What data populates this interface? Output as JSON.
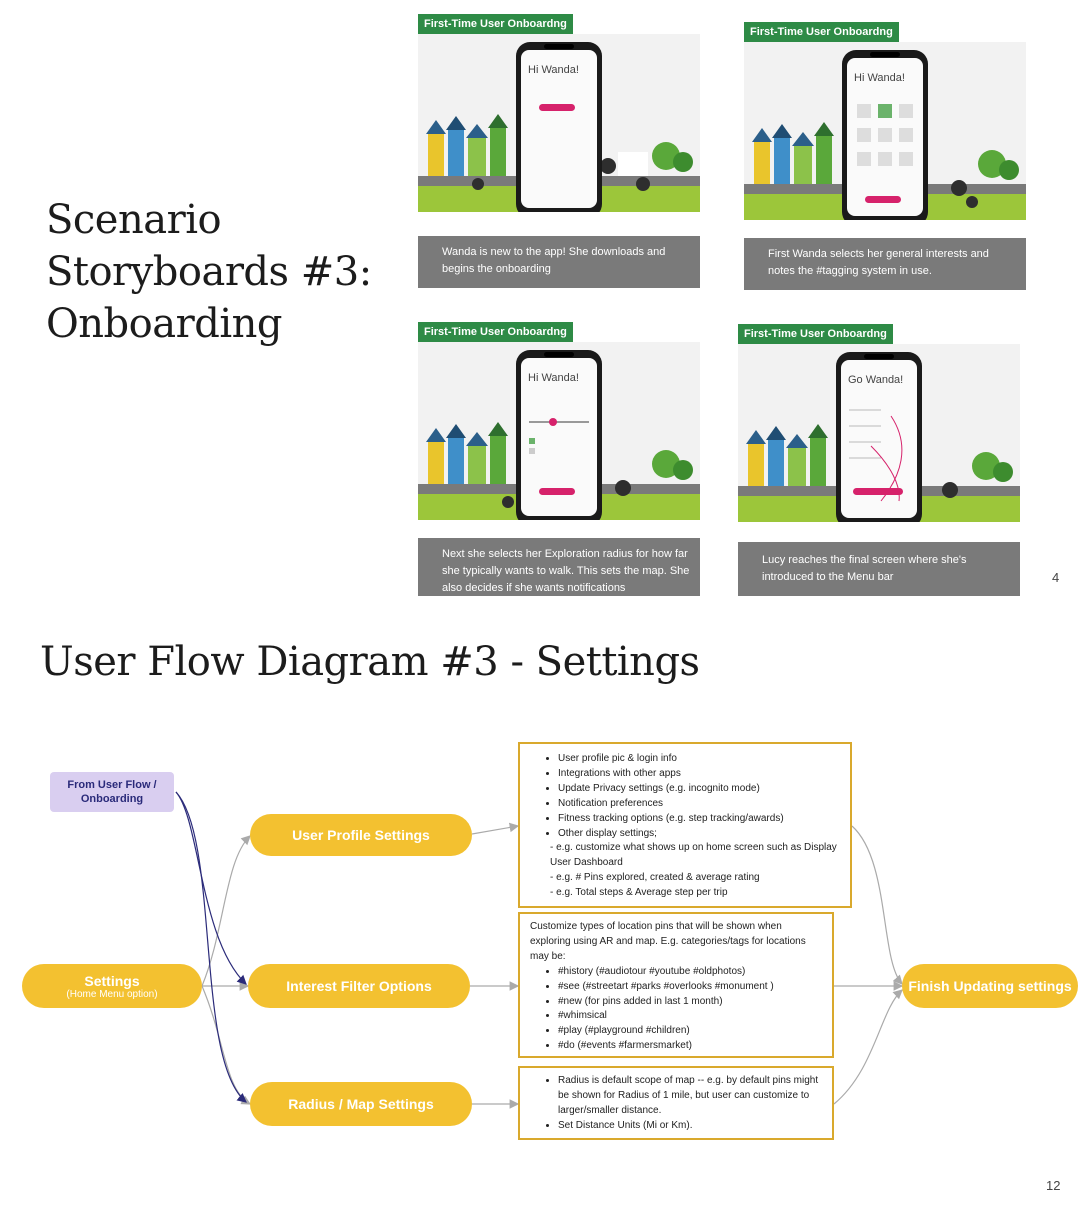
{
  "slide1": {
    "title_lines": [
      "Scenario",
      "Storyboards #3:",
      "Onboarding"
    ],
    "page_number": "4",
    "storyboards": [
      {
        "tag": "First-Time User Onboardng",
        "screen_greeting": "Hi Wanda!",
        "caption": "Wanda  is new to the app! She downloads and begins the onboarding"
      },
      {
        "tag": "First-Time User Onboardng",
        "screen_greeting": "Hi Wanda!",
        "caption": "First Wanda selects her general interests and notes the #tagging system in use."
      },
      {
        "tag": "First-Time User Onboardng",
        "screen_greeting": "Hi Wanda!",
        "caption": "Next she selects her Exploration radius for how far she typically wants to walk. This sets the map. She also decides if she wants notifications"
      },
      {
        "tag": "First-Time User Onboardng",
        "screen_greeting": "Go Wanda!",
        "caption": "Lucy reaches the final screen where she's introduced to the Menu bar"
      }
    ]
  },
  "slide2": {
    "title": "User Flow Diagram #3 - Settings",
    "page_number": "12",
    "nodes": {
      "from_user_flow": "From User Flow / Onboarding",
      "settings": "Settings",
      "settings_sub": "(Home Menu option)",
      "user_profile": "User Profile Settings",
      "interest_filter": "Interest Filter Options",
      "radius_map": "Radius / Map Settings",
      "finish": "Finish Updating settings"
    },
    "profile_box": {
      "items": [
        "User profile pic & login info",
        "Integrations with other apps",
        "Update Privacy settings (e.g. incognito mode)",
        "Notification preferences",
        "Fitness tracking options (e.g. step tracking/awards)",
        "Other display settings;"
      ],
      "sub_items": [
        "- e.g. customize what shows up on home screen such as Display User Dashboard",
        "- e.g. # Pins explored, created & average rating",
        "- e.g. Total steps & Average step per trip"
      ]
    },
    "interest_box": {
      "intro": "Customize types of location pins that will be shown when exploring using AR and map. E.g. categories/tags for locations may be:",
      "items": [
        "#history (#audiotour #youtube #oldphotos)",
        "#see (#streetart #parks #overlooks #monument )",
        "#new (for pins added in last 1 month)",
        "#whimsical",
        "#play (#playground #children)",
        "#do (#events #farmersmarket)"
      ]
    },
    "radius_box": {
      "items": [
        "Radius is default scope of map -- e.g. by default pins might be shown for Radius of 1 mile, but user can customize to larger/smaller distance.",
        "Set Distance Units (Mi or Km)."
      ]
    },
    "colors": {
      "pill": "#f3c130",
      "box_border": "#d9a92d",
      "purple_node": "#d9cef0",
      "tag_green": "#2e8b46",
      "caption_gray": "#7a7a7a",
      "connector_navy": "#2b2b7a"
    }
  }
}
